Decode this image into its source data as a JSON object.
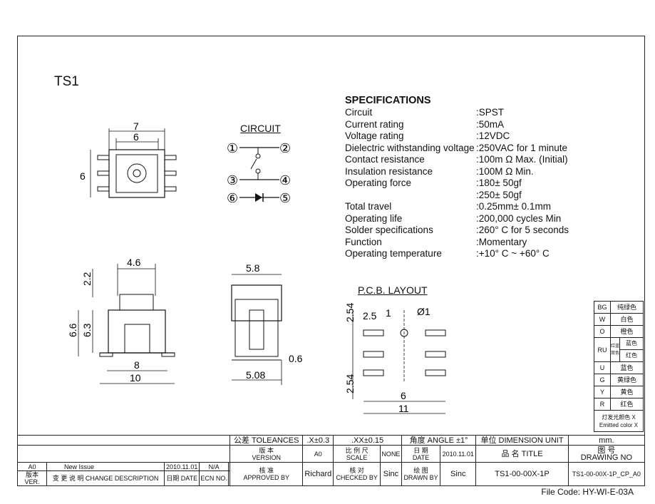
{
  "part_title": "TS1",
  "specifications": {
    "heading": "SPECIFICATIONS",
    "rows": [
      {
        "name": "Circuit",
        "value": ":SPST"
      },
      {
        "name": "Current rating",
        "value": ":50mA"
      },
      {
        "name": "Voltage rating",
        "value": ":12VDC"
      },
      {
        "name": "Dielectric withstanding voltage",
        "value": ":250VAC for 1 minute"
      },
      {
        "name": "Contact resistance",
        "value": ":100m Ω  Max. (Initial)"
      },
      {
        "name": "Insulation resistance",
        "value": ":100M Ω  Min."
      },
      {
        "name": "Operating force",
        "value": ":180± 50gf"
      },
      {
        "name": "",
        "value": ":250± 50gf"
      },
      {
        "name": "Total travel",
        "value": ":0.25mm± 0.1mm"
      },
      {
        "name": "Operating life",
        "value": ":200,000 cycles Min"
      },
      {
        "name": "Solder specifications",
        "value": ":260° C for 5 seconds"
      },
      {
        "name": "Function",
        "value": ":Momentary"
      },
      {
        "name": "Operating temperature",
        "value": ":+10° C ~ +60° C"
      }
    ]
  },
  "circuit": {
    "label": "CIRCUIT",
    "pins": [
      "①",
      "②",
      "③",
      "④",
      "⑥",
      "⑤"
    ]
  },
  "top_view": {
    "dim_7": "7",
    "dim_6w": "6",
    "dim_6h": "6"
  },
  "front_view": {
    "dim_4_6": "4.6",
    "dim_2_2": "2.2",
    "dim_6_6": "6.6",
    "dim_6_3": "6.3",
    "dim_8": "8",
    "dim_10": "10"
  },
  "side_view": {
    "dim_5_8": "5.8",
    "dim_0_6": "0.6",
    "dim_5_08": "5.08"
  },
  "pcb": {
    "label": "P.C.B. LAYOUT",
    "dim_2_5": "2.5",
    "dim_1": "1",
    "dim_phi1": "Ø1",
    "dim_2_54_top": "2.54",
    "dim_2_54_bottom": "2.54",
    "dim_6": "6",
    "dim_11": "11"
  },
  "color_table": {
    "rows": [
      {
        "code": "BG",
        "name": "纯绿色"
      },
      {
        "code": "W",
        "name": "白色"
      },
      {
        "code": "O",
        "name": "橙色"
      },
      {
        "code": "RU",
        "sub": "红蓝双色",
        "name1": "蓝色",
        "name2": "红色"
      },
      {
        "code": "U",
        "name": "蓝色"
      },
      {
        "code": "G",
        "name": "黄绿色"
      },
      {
        "code": "Y",
        "name": "黄色"
      },
      {
        "code": "R",
        "name": "红色"
      }
    ],
    "footer_cn": "灯发光颜色  X",
    "footer_en": "Emitted color X"
  },
  "title_block": {
    "tolerances": "公差 TOLEANCES",
    "tol_x": ".X±0.3",
    "tol_xx": ".XX±0.15",
    "angle": "角度 ANGLE ±1°",
    "unit_label": "单位  DIMENSION UNIT",
    "unit_value": "mm.",
    "version_cn": "版 本",
    "version_en": "VERSION",
    "version_value": "A0",
    "scale_cn": "比 例 尺",
    "scale_en": "SCALE",
    "scale_value": "NONE",
    "date_cn": "日 期",
    "date_en": "DATE",
    "date_value": "2010.11.01",
    "title_cn": "品 名  TITLE",
    "title_value": "TS1-00-00X-1P",
    "drawing_cn": "图 号",
    "drawing_en": "DRAWING NO",
    "drawing_value": "TS1-00-00X-1P_CP_A0",
    "approved_cn": "核 准",
    "approved_en": "APPROVED BY",
    "approved_value": "Richard",
    "checked_cn": "核 对",
    "checked_en": "CHECKED BY",
    "checked_value": "Sinc",
    "drawn_cn": "绘 图",
    "drawn_en": "DRAWN BY",
    "drawn_value": "Sinc",
    "rev_ver": "A0",
    "rev_desc": "New Issue",
    "rev_date": "2010.11.01",
    "rev_ecn": "N/A",
    "hdr_ver": "版本 VER.",
    "hdr_desc": "变 更 说 明   CHANGE DESCRIPTION",
    "hdr_date": "日期 DATE",
    "hdr_ecn": "ECN NO."
  },
  "file_code": "File Code: HY-WI-E-03A"
}
